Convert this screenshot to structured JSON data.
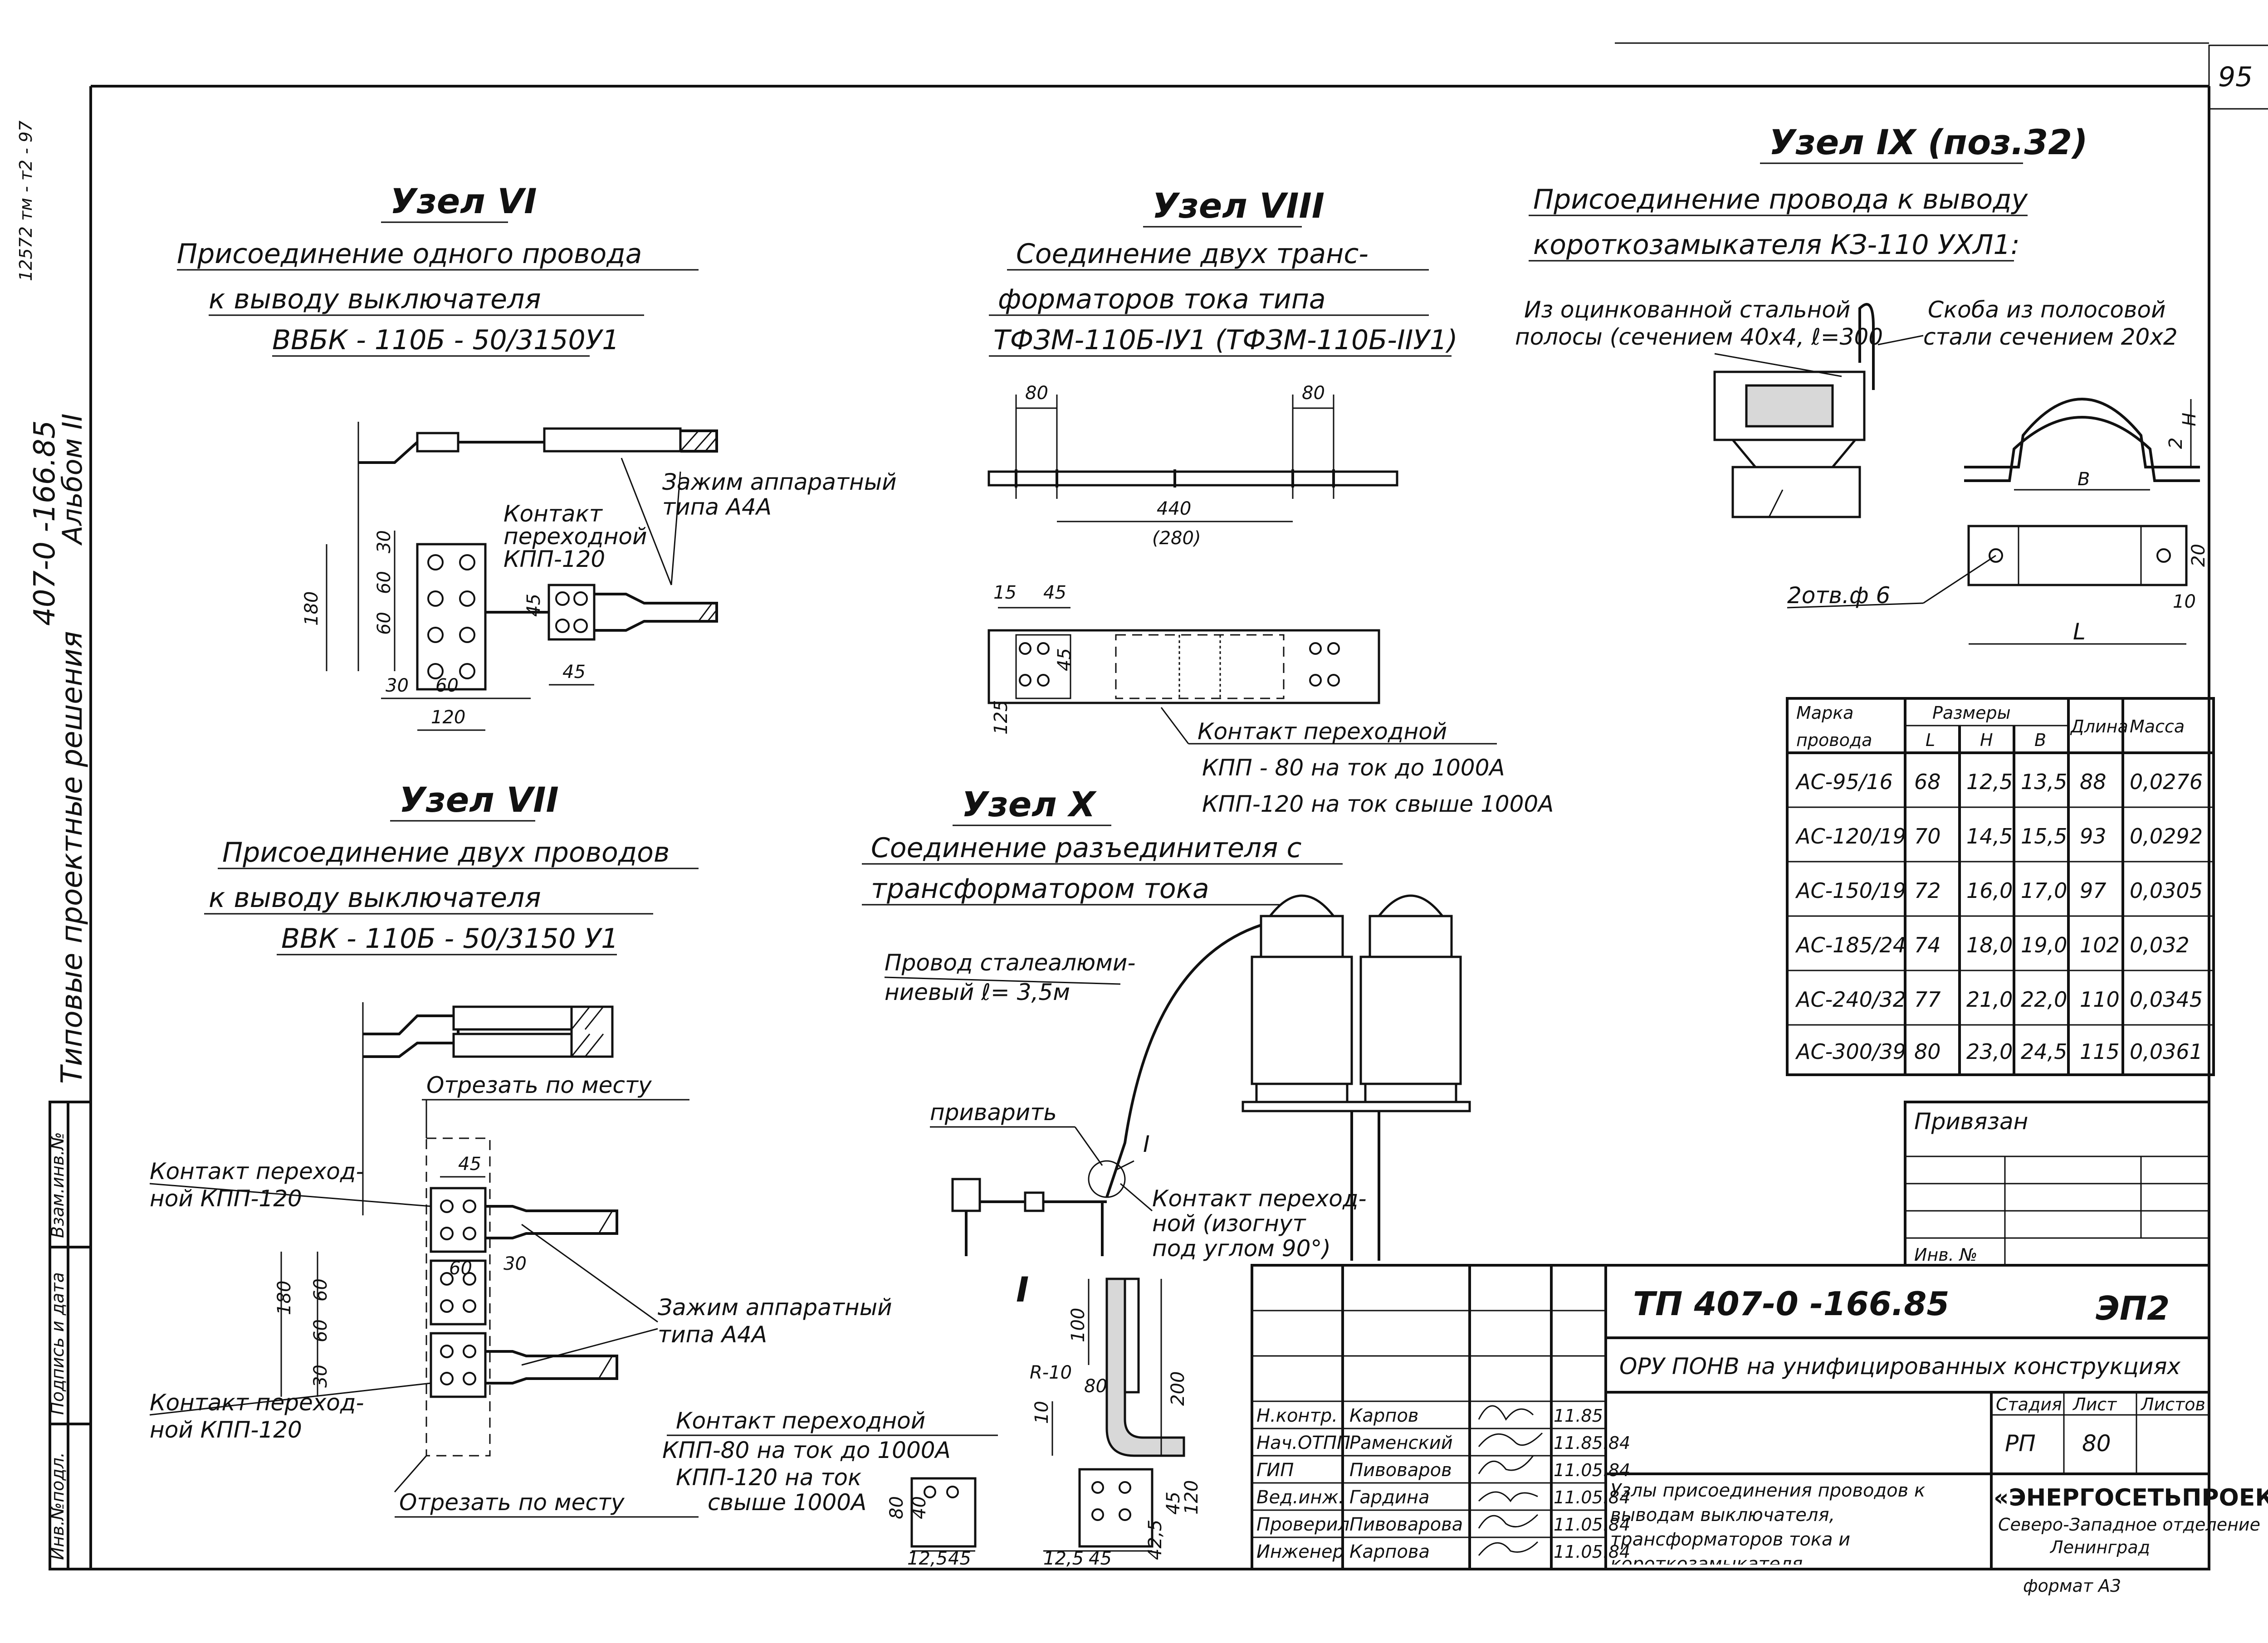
{
  "sheet": {
    "page_number": "95",
    "side_code_top": "12572 тм - т2 - 97",
    "side_series": "407-0 -166.85",
    "side_album": "Альбом II",
    "side_title": "Типовые проектные решения",
    "side_boxes": [
      "Инв.№подл.",
      "Подпись и дата",
      "Взам.инв.№"
    ]
  },
  "node6": {
    "title": "Узел VI",
    "line1": "Присоединение одного провода",
    "line2": "к выводу выключателя",
    "line3": "ВВБК - 110Б - 50/3150У1",
    "clamp_label1": "Зажим аппаратный",
    "clamp_label2": "типа А4А",
    "contact1": "Контакт",
    "contact2": "переходной",
    "contact3": "КПП-120",
    "dims": [
      "30",
      "60",
      "60",
      "180",
      "45",
      "30",
      "60",
      "120",
      "45"
    ]
  },
  "node8": {
    "title": "Узел VIII",
    "line1": "Соединение двух транс-",
    "line2": "форматоров тока типа",
    "line3": "ТФЗМ-110Б-IУ1 (ТФЗМ-110Б-IIУ1)",
    "dims": [
      "80",
      "80",
      "440",
      "(280)",
      "15",
      "45",
      "45",
      "125"
    ],
    "contact1": "Контакт переходной",
    "contact2": "КПП - 80 на ток до 1000А",
    "contact3": "КПП-120 на ток свыше 1000А"
  },
  "node9": {
    "title": "Узел IX (поз.32)",
    "line1": "Присоединение провода к выводу",
    "line2": "короткозамыкателя КЗ-110 УХЛ1:",
    "strip1": "Из оцинкованной стальной",
    "strip2": "полосы (сечением 40x4, ℓ=300",
    "bracket1": "Скоба из полосовой",
    "bracket2": "стали сечением 20x2",
    "hole": "2отв.ф 6",
    "dims": [
      "2",
      "H",
      "B",
      "20",
      "10",
      "L"
    ]
  },
  "size_table": {
    "headers": {
      "mark1": "Марка",
      "mark2": "провода",
      "sizes": "Размеры",
      "L": "L",
      "H": "H",
      "B": "B",
      "length": "Длина",
      "mass": "Масса"
    },
    "rows": [
      [
        "АС-95/16",
        "68",
        "12,5",
        "13,5",
        "88",
        "0,0276"
      ],
      [
        "АС-120/19",
        "70",
        "14,5",
        "15,5",
        "93",
        "0,0292"
      ],
      [
        "АС-150/19",
        "72",
        "16,0",
        "17,0",
        "97",
        "0,0305"
      ],
      [
        "АС-185/24",
        "74",
        "18,0",
        "19,0",
        "102",
        "0,032"
      ],
      [
        "АС-240/32",
        "77",
        "21,0",
        "22,0",
        "110",
        "0,0345"
      ],
      [
        "АС-300/39",
        "80",
        "23,0",
        "24,5",
        "115",
        "0,0361"
      ]
    ]
  },
  "node7": {
    "title": "Узел VII",
    "line1": "Присоединение двух проводов",
    "line2": "к выводу выключателя",
    "line3": "ВВК - 110Б - 50/3150 У1",
    "cut1": "Отрезать по месту",
    "contact_top1": "Контакт переход-",
    "contact_top2": "ной КПП-120",
    "clamp1": "Зажим аппаратный",
    "clamp2": "типа А4А",
    "contact_bot1": "Контакт переход-",
    "contact_bot2": "ной КПП-120",
    "cut2": "Отрезать по месту",
    "dims": [
      "45",
      "30",
      "60",
      "60",
      "180",
      "30",
      "60"
    ]
  },
  "node10": {
    "title": "Узел X",
    "line1": "Соединение разъединителя с",
    "line2": "трансформатором тока",
    "wire1": "Провод сталеалюми-",
    "wire2": "ниевый ℓ= 3,5м",
    "weld": "приварить",
    "mark": "I",
    "contact1": "Контакт переход-",
    "contact2": "ной (изогнут",
    "contact3": "под углом 90°)"
  },
  "detail1": {
    "mark": "I",
    "contact1": "Контакт переходной",
    "contact2": "КПП-80 на ток до 1000А",
    "contact3": "КПП-120 на ток",
    "contact4": "свыше 1000А",
    "dims": [
      "100",
      "200",
      "R-10",
      "80",
      "10",
      "80",
      "40",
      "12,5",
      "45",
      "12,5",
      "45",
      "42,5",
      "45",
      "120"
    ]
  },
  "stamp": {
    "privyazan": "Привязан",
    "inv": "Инв. №",
    "code": "ТП 407-0 -166.85",
    "sheet_code": "ЭП2",
    "object": "ОРУ ПОНВ на унифицированных конструкциях",
    "stage_label": "Стадия",
    "sheet_label": "Лист",
    "sheets_label": "Листов",
    "stage": "РП",
    "sheet": "80",
    "roles": [
      "Н.контр.",
      "Нач.ОТПП",
      "ГИП",
      "Вед.инж.",
      "Проверил",
      "Инженер"
    ],
    "names": [
      "Карпов",
      "Раменский",
      "Пивоваров",
      "Гардина",
      "Пивоварова",
      "Карпова"
    ],
    "dates": [
      "11.85",
      "11.85.84",
      "11.05.84",
      "11.05.84",
      "11.05.84",
      "11.05.84"
    ],
    "description": "Узлы присоединения проводов к выводам выключателя, трансформаторов тока и короткозамыкателя",
    "org1": "«ЭНЕРГОСЕТЬПРОЕКТ»",
    "org2": "Северо-Западное отделение",
    "org3": "Ленинград",
    "format": "формат А3"
  }
}
